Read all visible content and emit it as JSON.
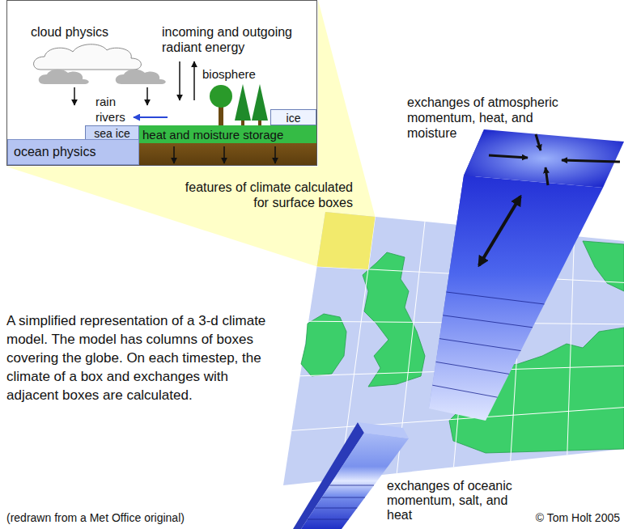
{
  "diagram": {
    "caption": "A simplified representation of a 3-d climate model. The model has columns of boxes covering the globe. On each timestep, the climate of a box and exchanges with adjacent boxes are calculated.",
    "nodes": [
      {
        "text": [
          "cloud physics",
          "incoming and outgoing radiant energy",
          "biosphere",
          "rain",
          "rivers"
        ]
      },
      {
        "text": [
          "ice"
        ],
        "in": 0
      },
      {
        "text": [
          "sea ice"
        ],
        "in": 0
      },
      {
        "text": [
          "ocean physics"
        ],
        "in": 0
      },
      {
        "text": [
          "heat and moisture storage"
        ],
        "in": 0
      }
    ],
    "labels": [
      "features of climate calculated for surface boxes",
      "exchanges of atmospheric momentum, heat, and moisture",
      "exchanges of oceanic momentum, salt, and heat",
      "(redrawn from a Met Office original)",
      "© Tom Holt 2005"
    ]
  }
}
